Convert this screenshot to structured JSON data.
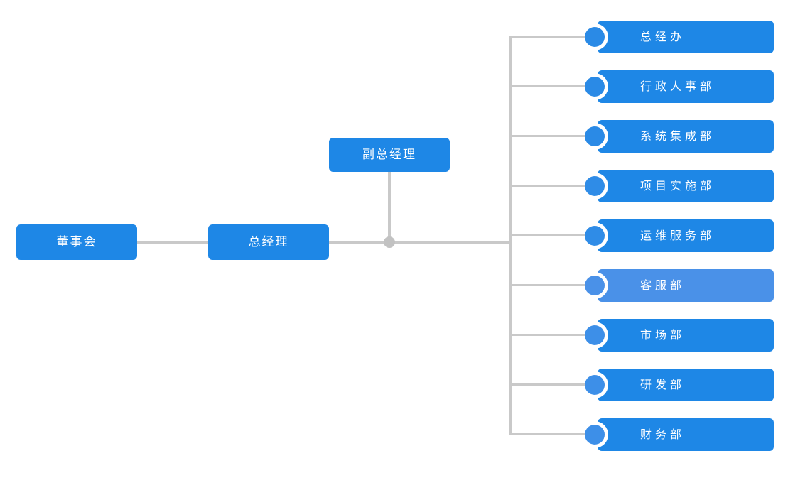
{
  "colors": {
    "bg": "#ffffff",
    "node_blue": "#1e87e6",
    "highlight_blue": "#4a91e8",
    "line_gray": "#c9c9c9",
    "dot_gray": "#c2c2c2",
    "text_white": "#ffffff"
  },
  "nodes": {
    "board": {
      "label": "董事会"
    },
    "gm": {
      "label": "总经理"
    },
    "deputy": {
      "label": "副总经理"
    }
  },
  "departments": [
    {
      "label": "总经办",
      "bar_color": "#1e87e6",
      "circle_color": "#2a8ae6"
    },
    {
      "label": "行政人事部",
      "bar_color": "#1e87e6",
      "circle_color": "#2a8ae6"
    },
    {
      "label": "系统集成部",
      "bar_color": "#1e87e6",
      "circle_color": "#2a8ae6"
    },
    {
      "label": "项目实施部",
      "bar_color": "#1e87e6",
      "circle_color": "#2f8ce7"
    },
    {
      "label": "运维服务部",
      "bar_color": "#1e87e6",
      "circle_color": "#2f8ce7"
    },
    {
      "label": "客服部",
      "bar_color": "#4a91e8",
      "circle_color": "#4a91e8"
    },
    {
      "label": "市场部",
      "bar_color": "#1e87e6",
      "circle_color": "#3d8fe8"
    },
    {
      "label": "研发部",
      "bar_color": "#1e87e6",
      "circle_color": "#3d8fe8"
    },
    {
      "label": "财务部",
      "bar_color": "#1e87e6",
      "circle_color": "#3d8fe8"
    }
  ]
}
